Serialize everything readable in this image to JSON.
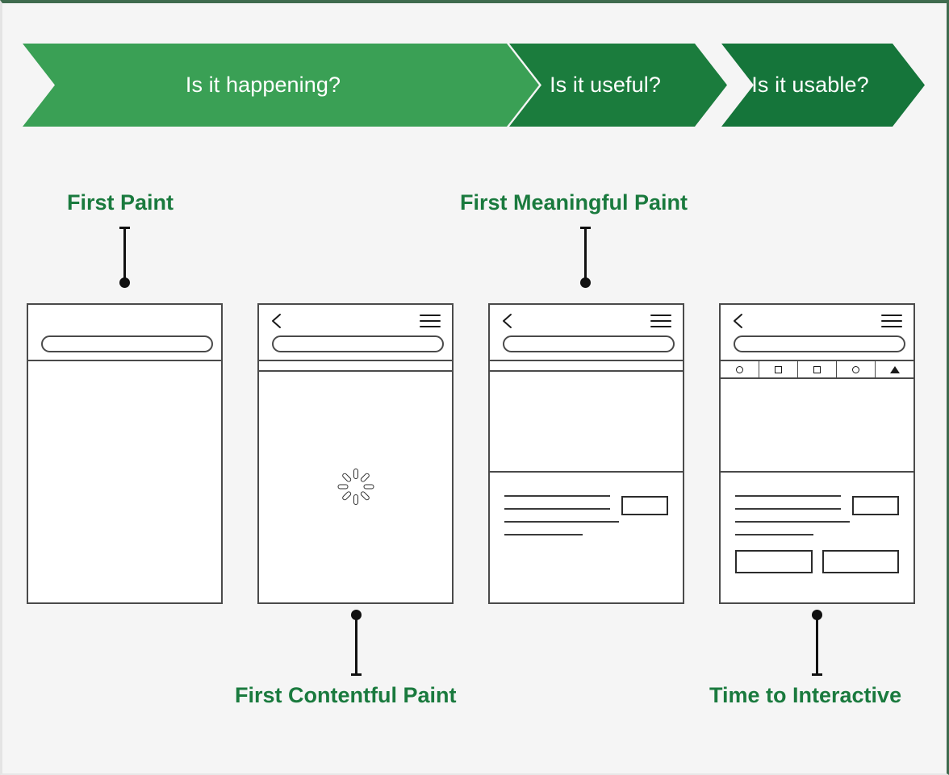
{
  "theme": {
    "background": "#f5f5f5",
    "accent_green": "#1a7a3e",
    "phase_green_light": "#3aa košice"
  },
  "banner": {
    "name": "page-load-phases",
    "phases": [
      {
        "label": "Is it happening?",
        "color": "#3aa055"
      },
      {
        "label": "Is it useful?",
        "color": "#1b7c3d"
      },
      {
        "label": "Is it usable?",
        "color": "#15753a"
      }
    ]
  },
  "metrics": [
    {
      "id": "first-paint",
      "label": "First Paint",
      "position": "above"
    },
    {
      "id": "first-contentful-paint",
      "label": "First Contentful Paint",
      "position": "below"
    },
    {
      "id": "first-meaningful-paint",
      "label": "First Meaningful Paint",
      "position": "above"
    },
    {
      "id": "time-to-interactive",
      "label": "Time to Interactive",
      "position": "below"
    }
  ],
  "phones": [
    {
      "id": "phone-first-paint",
      "header": {
        "back": false,
        "menu": false,
        "search_bar": true
      },
      "strip": "none",
      "content": "empty"
    },
    {
      "id": "phone-first-contentful-paint",
      "header": {
        "back": true,
        "menu": true,
        "search_bar": true
      },
      "strip": "bar",
      "content": "spinner"
    },
    {
      "id": "phone-first-meaningful-paint",
      "header": {
        "back": true,
        "menu": true,
        "search_bar": true
      },
      "strip": "bar",
      "content": "text-card",
      "card": {
        "lines": 4,
        "has_thumbnail": true,
        "has_cta": false
      }
    },
    {
      "id": "phone-time-to-interactive",
      "header": {
        "back": true,
        "menu": true,
        "search_bar": true
      },
      "strip": "icon-toolbar",
      "toolbar_icons": [
        "circle",
        "square",
        "square",
        "circle",
        "triangle"
      ],
      "content": "text-card",
      "card": {
        "lines": 4,
        "has_thumbnail": true,
        "has_cta": true
      },
      "cta_buttons": [
        "",
        ""
      ]
    }
  ]
}
